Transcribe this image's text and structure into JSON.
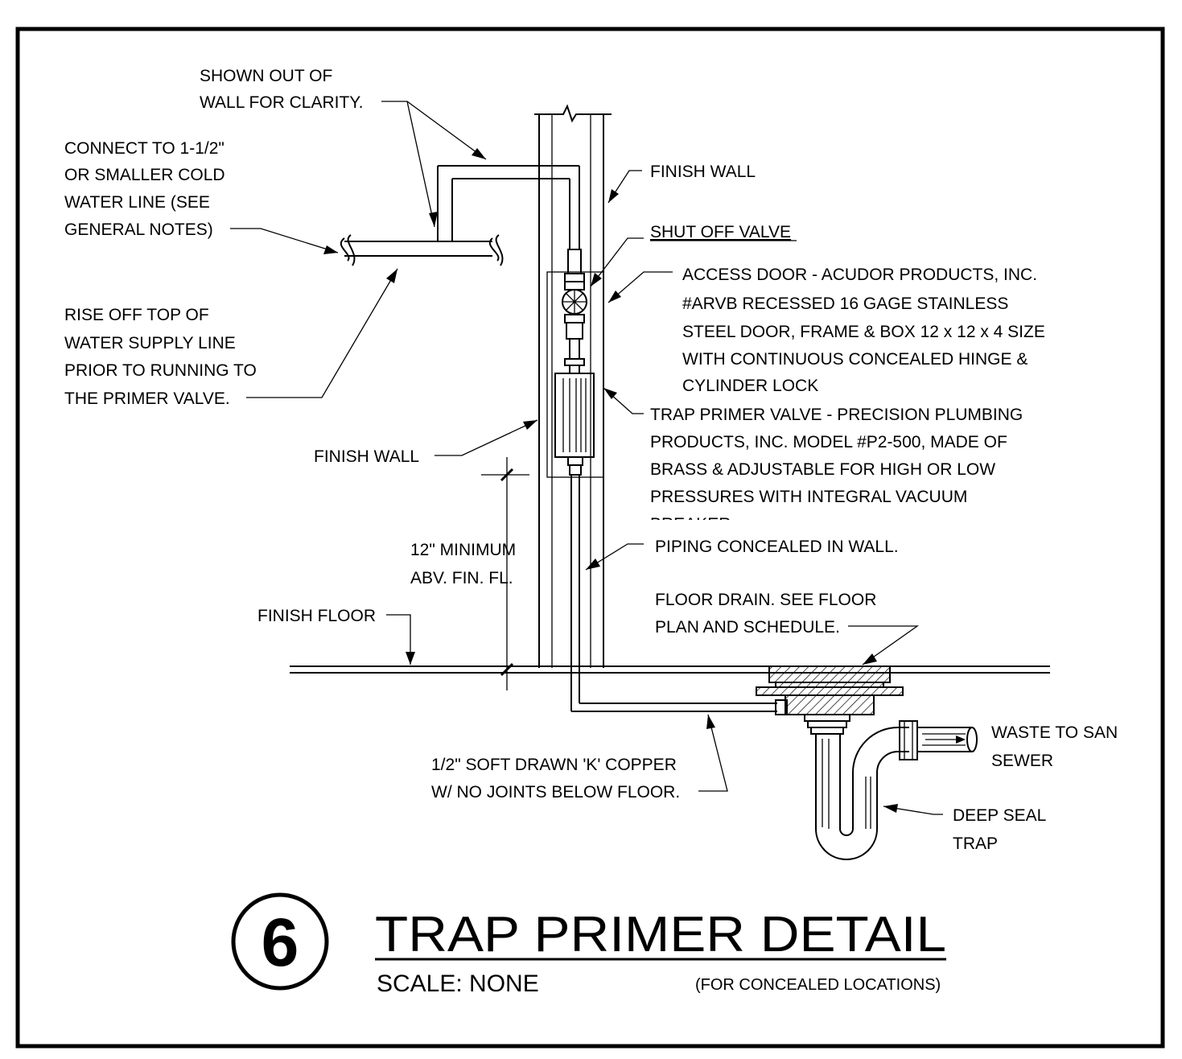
{
  "title": {
    "number": "6",
    "text": "TRAP PRIMER DETAIL",
    "scale": "SCALE: NONE",
    "subtitle": "(FOR CONCEALED LOCATIONS)"
  },
  "notes": {
    "shown_out_of_wall": [
      "SHOWN OUT OF",
      "WALL FOR CLARITY."
    ],
    "connect_cold_water": [
      "CONNECT TO 1-1/2\"",
      "OR SMALLER COLD",
      "WATER LINE (SEE",
      "GENERAL NOTES)"
    ],
    "rise_off_top": [
      "RISE OFF TOP OF",
      "WATER SUPPLY LINE",
      "PRIOR TO RUNNING TO",
      "THE PRIMER VALVE."
    ],
    "finish_wall_right": "FINISH WALL",
    "shut_off_valve": "SHUT OFF VALVE",
    "access_door": [
      "ACCESS DOOR - ACUDOR PRODUCTS, INC.",
      "#ARVB RECESSED 16 GAGE STAINLESS",
      "STEEL DOOR, FRAME & BOX 12 x 12 x 4 SIZE",
      "WITH CONTINUOUS CONCEALED HINGE &",
      "CYLINDER LOCK"
    ],
    "trap_primer_valve": [
      "TRAP PRIMER VALVE - PRECISION PLUMBING",
      "PRODUCTS, INC. MODEL #P2-500, MADE OF",
      "BRASS & ADJUSTABLE FOR HIGH OR LOW",
      "PRESSURES WITH INTEGRAL VACUUM",
      "BREAKER"
    ],
    "finish_wall_left": "FINISH WALL",
    "piping_concealed": "PIPING CONCEALED IN WALL.",
    "minimum_height": [
      "12\" MINIMUM",
      "ABV. FIN. FL."
    ],
    "finish_floor": "FINISH FLOOR",
    "floor_drain": [
      "FLOOR DRAIN. SEE FLOOR",
      "PLAN AND SCHEDULE."
    ],
    "copper_line": [
      "1/2\" SOFT DRAWN 'K' COPPER",
      "W/ NO JOINTS BELOW FLOOR."
    ],
    "waste_to_sewer": [
      "WASTE TO SAN",
      "SEWER"
    ],
    "deep_seal_trap": [
      "DEEP SEAL",
      "TRAP"
    ]
  }
}
